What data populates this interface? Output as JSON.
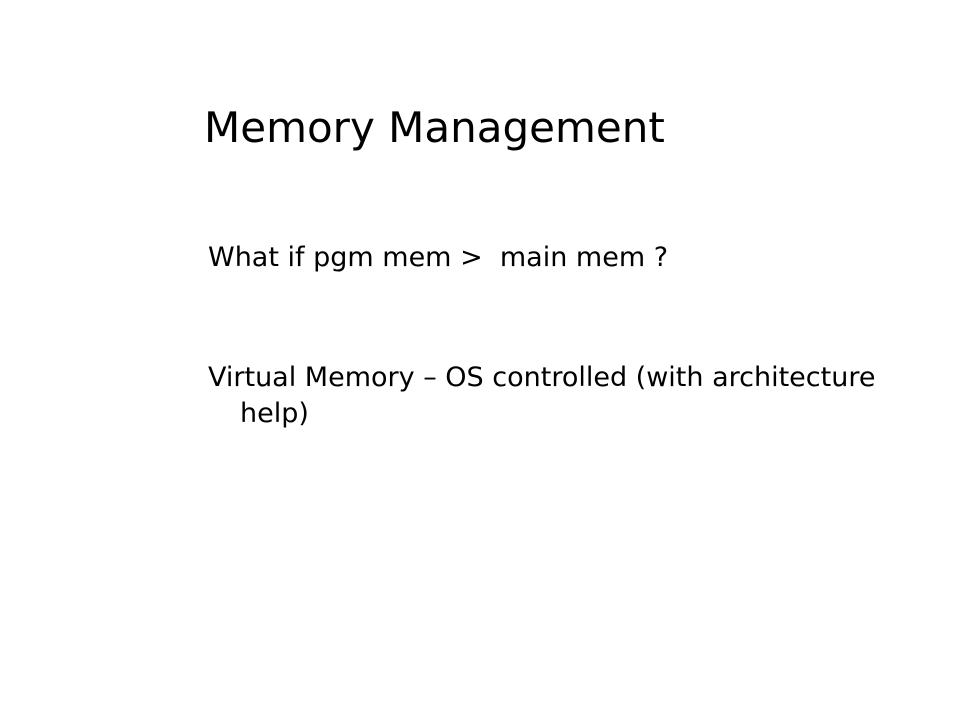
{
  "slide": {
    "title": "Memory Management",
    "bullets": [
      {
        "text": "What if pgm mem >  main mem ?"
      },
      {
        "text": "Virtual Memory – OS controlled (with architecture help)"
      }
    ]
  }
}
